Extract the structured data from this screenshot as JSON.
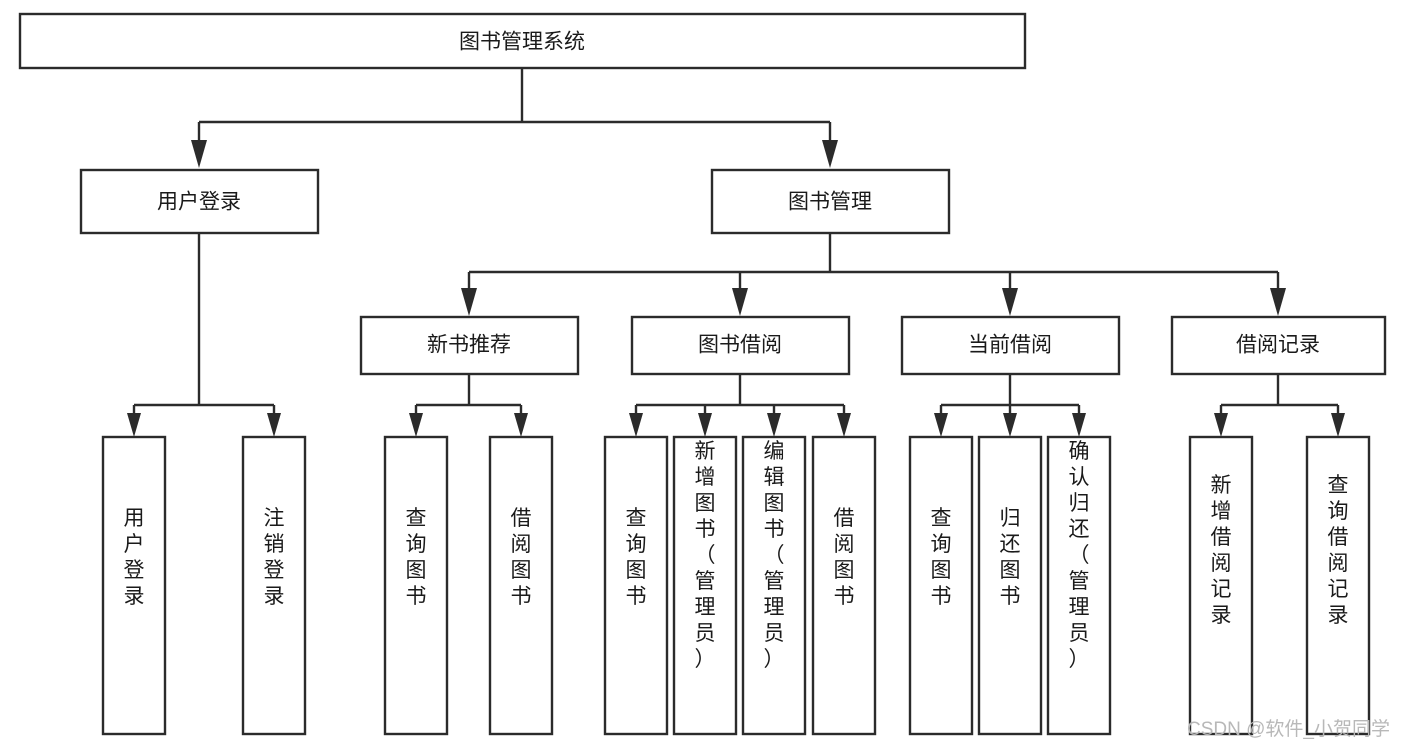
{
  "diagram": {
    "type": "tree",
    "title": "图书管理系统",
    "root": {
      "id": "root",
      "label": "图书管理系统"
    },
    "level1": [
      {
        "id": "user-login",
        "label": "用户登录"
      },
      {
        "id": "book-management",
        "label": "图书管理"
      }
    ],
    "level2": [
      {
        "id": "new-book-recommend",
        "label": "新书推荐",
        "parent": "book-management"
      },
      {
        "id": "book-borrow",
        "label": "图书借阅",
        "parent": "book-management"
      },
      {
        "id": "current-borrow",
        "label": "当前借阅",
        "parent": "book-management"
      },
      {
        "id": "borrow-record",
        "label": "借阅记录",
        "parent": "book-management"
      }
    ],
    "leaves": [
      {
        "id": "leaf-user-login",
        "label": "用户登录",
        "parent": "user-login"
      },
      {
        "id": "leaf-logout-login",
        "label": "注销登录",
        "parent": "user-login"
      },
      {
        "id": "leaf-query-book-1",
        "label": "查询图书",
        "parent": "new-book-recommend"
      },
      {
        "id": "leaf-borrow-book-1",
        "label": "借阅图书",
        "parent": "new-book-recommend"
      },
      {
        "id": "leaf-query-book-2",
        "label": "查询图书",
        "parent": "book-borrow"
      },
      {
        "id": "leaf-add-book",
        "label": "新增图书（管理员）",
        "parent": "book-borrow"
      },
      {
        "id": "leaf-edit-book",
        "label": "编辑图书（管理员）",
        "parent": "book-borrow"
      },
      {
        "id": "leaf-borrow-book-2",
        "label": "借阅图书",
        "parent": "book-borrow"
      },
      {
        "id": "leaf-query-book-3",
        "label": "查询图书",
        "parent": "current-borrow"
      },
      {
        "id": "leaf-return-book",
        "label": "归还图书",
        "parent": "current-borrow"
      },
      {
        "id": "leaf-confirm-return",
        "label": "确认归还（管理员）",
        "parent": "current-borrow"
      },
      {
        "id": "leaf-add-record",
        "label": "新增借阅记录",
        "parent": "borrow-record"
      },
      {
        "id": "leaf-query-record",
        "label": "查询借阅记录",
        "parent": "borrow-record"
      }
    ]
  },
  "watermark": {
    "text": "CSDN @软件_小贺同学"
  },
  "colors": {
    "stroke": "#2b2b2b",
    "box_fill": "#ffffff",
    "text": "#1a1a1a",
    "background": "#ffffff",
    "watermark": "#b8b8b8"
  }
}
